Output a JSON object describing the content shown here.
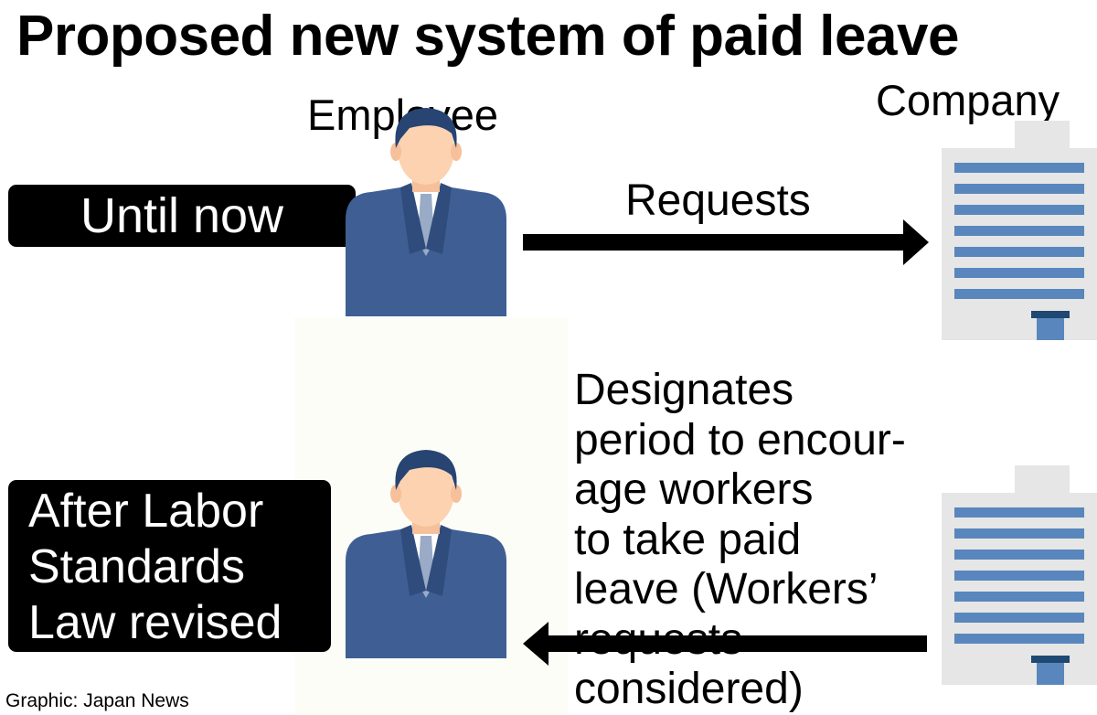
{
  "title": "Proposed new system of paid leave",
  "actors": {
    "employee": "Employee",
    "company": "Company"
  },
  "stages": [
    {
      "label": "Until now",
      "action": "Requests",
      "direction": "employee-to-company"
    },
    {
      "label": "After Labor\nStandards\nLaw revised",
      "action": "Designates\nperiod to encour-\nage workers\nto take paid\nleave (Workers’\nrequests\nconsidered)",
      "direction": "company-to-employee"
    }
  ],
  "credit": "Graphic: Japan News",
  "colors": {
    "suit": "#3f5f94",
    "skin": "#fcd2b0",
    "hair": "#274473",
    "building_stripe": "#5987bd",
    "building_body": "#e6e6e6",
    "panel": "#fdfdf8"
  },
  "icons": [
    "businessman-icon",
    "office-building-icon",
    "arrow-right-icon",
    "arrow-left-icon"
  ]
}
